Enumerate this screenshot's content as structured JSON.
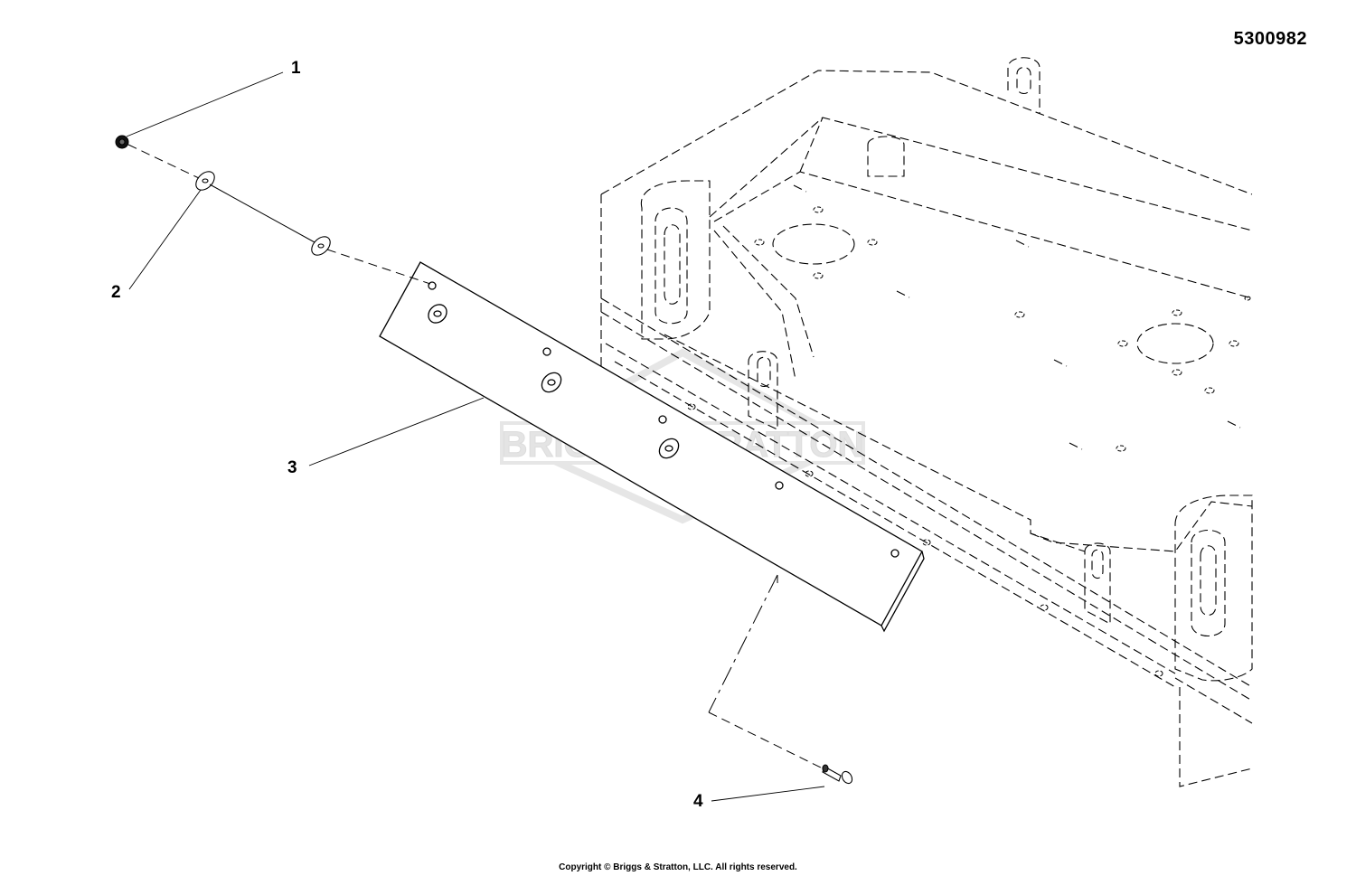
{
  "diagram": {
    "part_number": "5300982",
    "watermark": "BRIGGS&STRATTON",
    "callouts": {
      "c1": "1",
      "c2": "2",
      "c3": "3",
      "c4": "4"
    },
    "copyright": "Copyright © Briggs & Stratton, LLC. All rights reserved."
  },
  "colors": {
    "line": "#000000",
    "watermark": "#e4e4e4"
  }
}
